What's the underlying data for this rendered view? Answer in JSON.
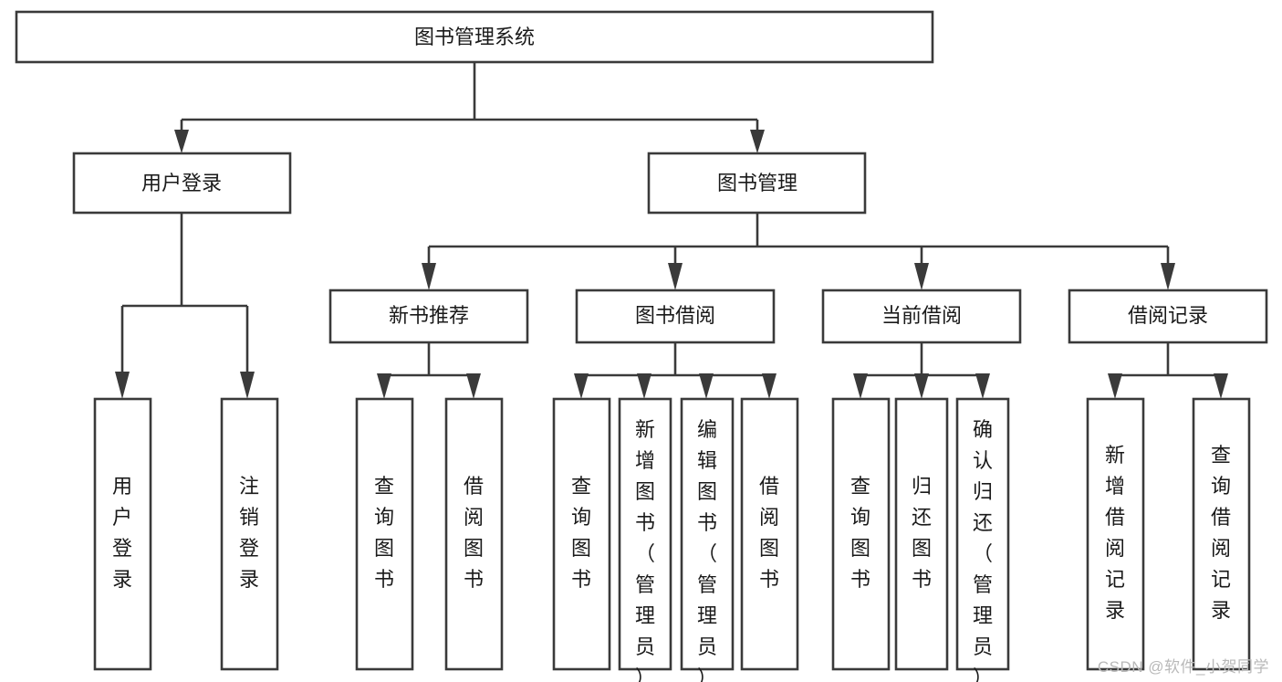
{
  "diagram": {
    "title": "图书管理系统",
    "type": "hierarchy-tree",
    "orientation": "top-down",
    "levels": 4,
    "colors": {
      "background": "#ffffff",
      "box_fill": "#ffffff",
      "box_stroke": "#3a3a3a",
      "connector": "#3a3a3a",
      "text": "#1a1a1a",
      "watermark": "#b9b9b9"
    }
  },
  "nodes": {
    "root": {
      "label": "图书管理系统",
      "level": 1
    },
    "level2": [
      {
        "id": "user-login",
        "label": "用户登录"
      },
      {
        "id": "book-management",
        "label": "图书管理"
      }
    ],
    "level3": [
      {
        "id": "new-book-recommend",
        "label": "新书推荐",
        "parent": "book-management"
      },
      {
        "id": "book-borrow",
        "label": "图书借阅",
        "parent": "book-management"
      },
      {
        "id": "current-borrow",
        "label": "当前借阅",
        "parent": "book-management"
      },
      {
        "id": "borrow-record",
        "label": "借阅记录",
        "parent": "book-management"
      }
    ],
    "leaves": {
      "user-login": [
        {
          "id": "leaf-user-login",
          "label": "用户登录"
        },
        {
          "id": "leaf-logout",
          "label": "注销登录"
        }
      ],
      "new-book-recommend": [
        {
          "id": "leaf-query-book-1",
          "label": "查询图书"
        },
        {
          "id": "leaf-borrow-book-1",
          "label": "借阅图书"
        }
      ],
      "book-borrow": [
        {
          "id": "leaf-query-book-2",
          "label": "查询图书"
        },
        {
          "id": "leaf-add-book",
          "label": "新增图书（管理员）"
        },
        {
          "id": "leaf-edit-book",
          "label": "编辑图书（管理员）"
        },
        {
          "id": "leaf-borrow-book-2",
          "label": "借阅图书"
        }
      ],
      "current-borrow": [
        {
          "id": "leaf-query-book-3",
          "label": "查询图书"
        },
        {
          "id": "leaf-return-book",
          "label": "归还图书"
        },
        {
          "id": "leaf-confirm-return",
          "label": "确认归还（管理员）"
        }
      ],
      "borrow-record": [
        {
          "id": "leaf-add-record",
          "label": "新增借阅记录"
        },
        {
          "id": "leaf-query-record",
          "label": "查询借阅记录"
        }
      ]
    }
  },
  "watermark": {
    "text": "CSDN @软件_小贺同学"
  }
}
